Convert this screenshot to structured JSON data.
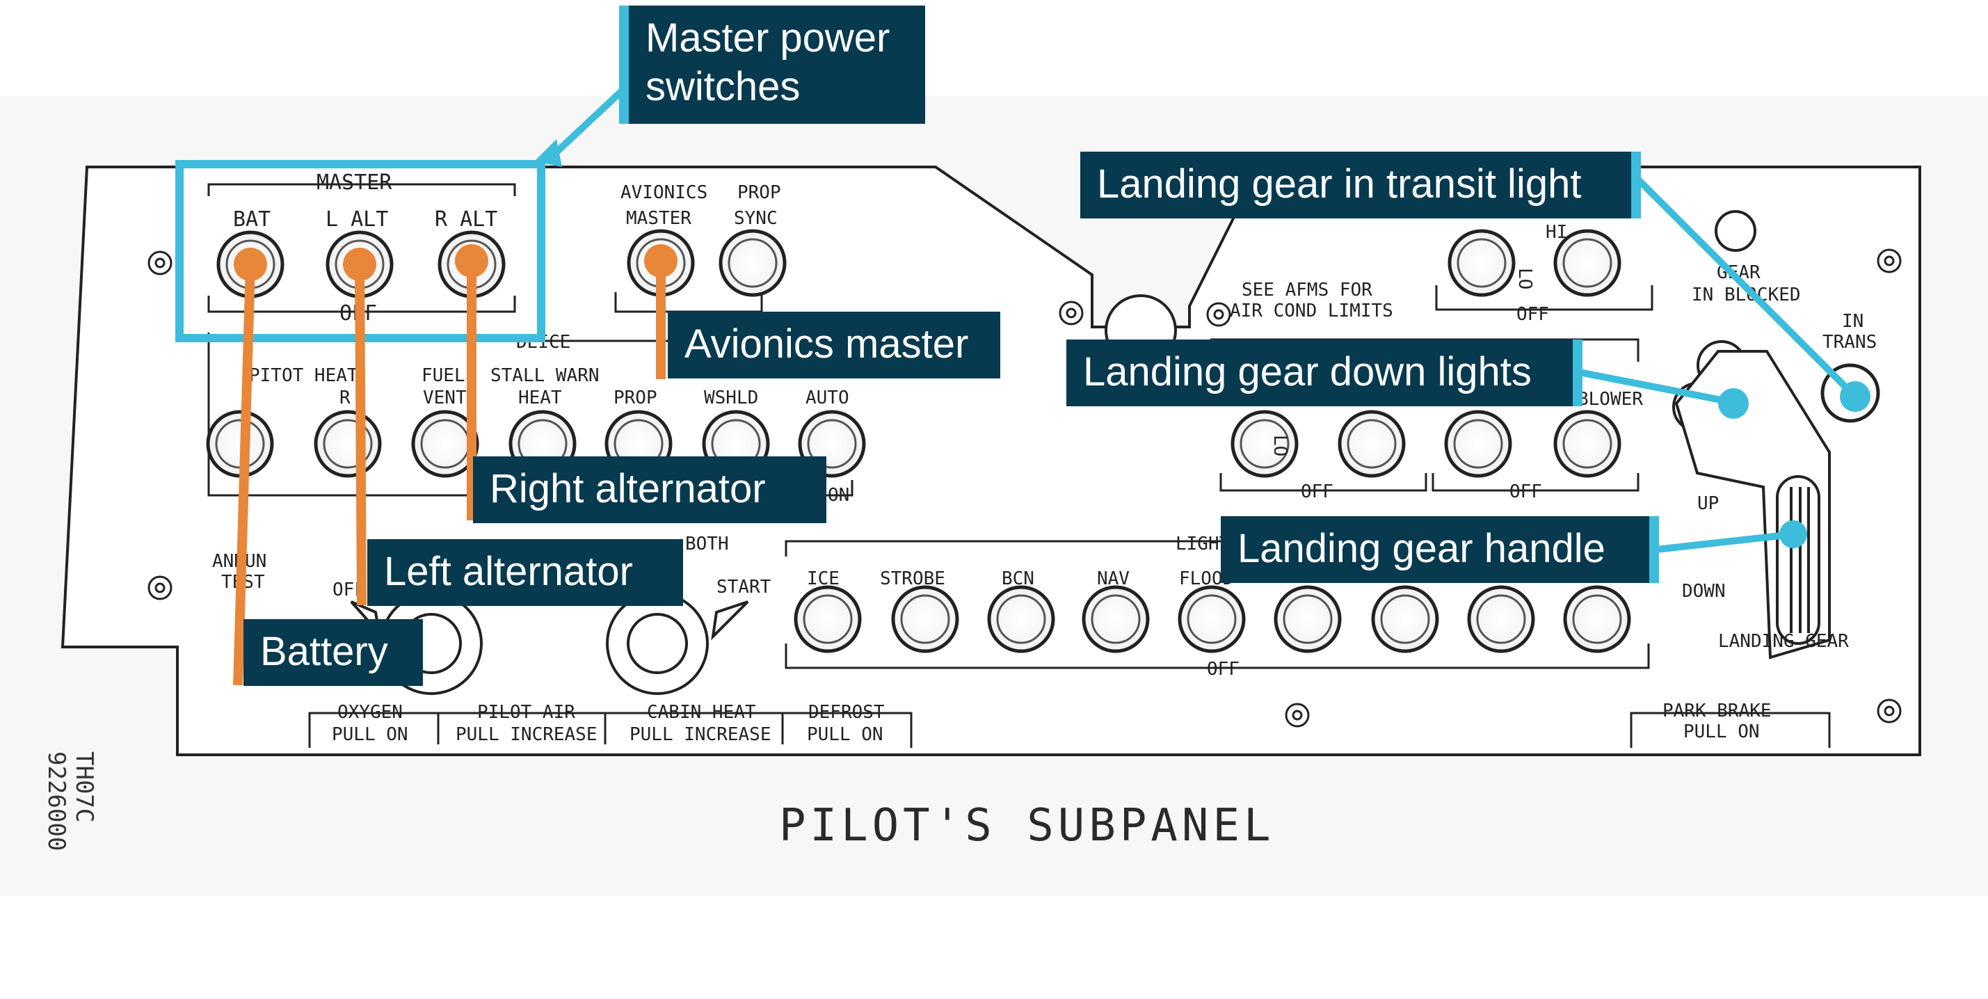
{
  "diagram": {
    "title": "PILOT'S SUBPANEL",
    "side_code": "TH07C",
    "side_code_2": "9226000",
    "panel_labels": {
      "master": "MASTER",
      "bat": "BAT",
      "l_alt": "L ALT",
      "r_alt": "R ALT",
      "off": "OFF",
      "avionics_master_1": "AVIONICS",
      "avionics_master_2": "MASTER",
      "prop_sync_1": "PROP",
      "prop_sync_2": "SYNC",
      "pitot_heat": "PITOT HEAT",
      "pitot_r": "R",
      "fuel_vent_1": "FUEL",
      "fuel_vent_2": "VENT",
      "stall_warn_1": "STALL WARN",
      "stall_warn_2": "HEAT",
      "prop": "PROP",
      "wshld": "WSHLD",
      "auto": "AUTO",
      "auto_on": "ON",
      "deice": "DEICE",
      "annun_test_1": "ANNUN",
      "annun_test_2": "TEST",
      "off_small": "OFF",
      "both": "BOTH",
      "start": "START",
      "see_afm_1": "SEE AFMS FOR",
      "see_afm_2": "AIR COND LIMITS",
      "hi": "HI",
      "lo": "LO",
      "gear_blocked_1": "GEAR",
      "gear_blocked_2": "IN BLOCKED",
      "in_trans_1": "IN",
      "in_trans_2": "TRANS",
      "up": "UP",
      "down": "DOWN",
      "landing_gear": "LANDING GEAR",
      "lights": "LIGHTS",
      "ice": "ICE",
      "strobe": "STROBE",
      "bcn": "BCN",
      "nav": "NAV",
      "flood": "FLOOD",
      "blower": "BLOWER",
      "oxygen_1": "OXYGEN",
      "oxygen_2": "PULL ON",
      "pilot_air_1": "PILOT AIR",
      "pilot_air_2": "PULL INCREASE",
      "cabin_heat_1": "CABIN HEAT",
      "cabin_heat_2": "PULL INCREASE",
      "defrost_1": "DEFROST",
      "defrost_2": "PULL ON",
      "park_brake_1": "PARK BRAKE",
      "park_brake_2": "PULL ON"
    }
  },
  "callouts": {
    "master_power_1": "Master power",
    "master_power_2": "switches",
    "avionics_master": "Avionics master",
    "right_alternator": "Right alternator",
    "left_alternator": "Left alternator",
    "battery": "Battery",
    "gear_transit": "Landing gear in transit light",
    "gear_down": "Landing gear down lights",
    "gear_handle": "Landing gear handle"
  },
  "colors": {
    "callout_bg": "#073a4f",
    "callout_text": "#ffffff",
    "accent_cyan": "#3dbcdc",
    "accent_orange": "#e8863a",
    "panel_line": "#222222"
  }
}
